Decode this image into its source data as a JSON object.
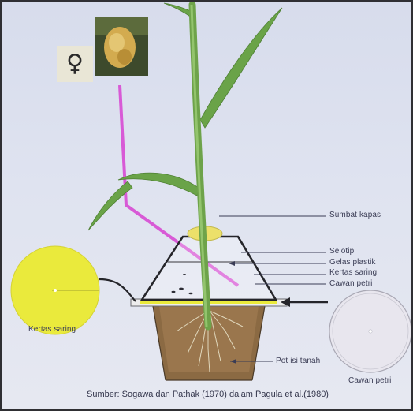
{
  "symbol": "♀",
  "labels": {
    "cotton_plug": "Sumbat kapas",
    "tape": "Selotip",
    "plastic_cup": "Gelas plastik",
    "filter_paper_right": "Kertas saring",
    "petri_dish_right": "Cawan petri",
    "filter_paper_left": "Kertas saring",
    "soil_pot": "Pot isi tanah",
    "petri_dish_bottom": "Cawan petri"
  },
  "caption": "Sumber: Sogawa dan Pathak (1970) dalam Pagula et al.(1980)",
  "colors": {
    "background": "#dfe3f0",
    "filter_paper": "#eaea3c",
    "pink_arrow": "#d85ad6",
    "stem": "#7fb05a",
    "soil": "#8b6a43"
  }
}
